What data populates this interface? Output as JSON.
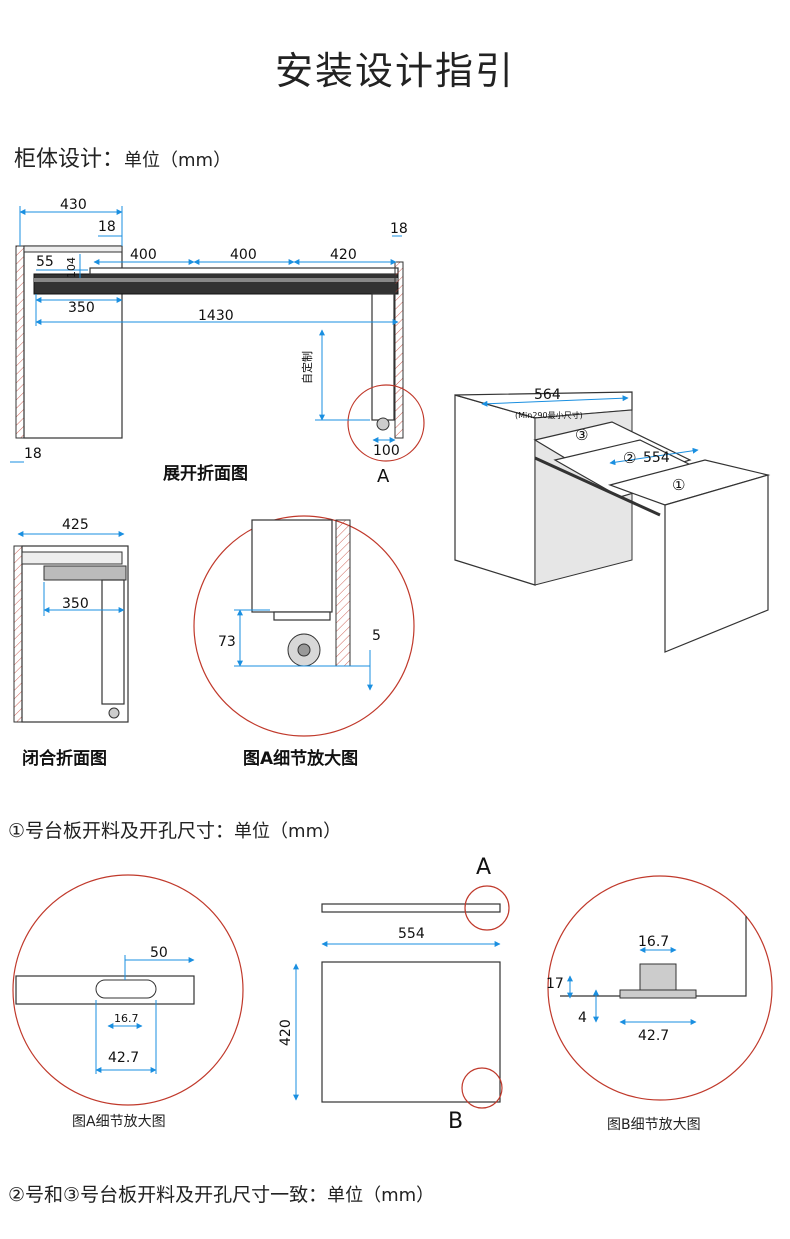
{
  "page_title": "安装设计指引",
  "section1": {
    "title": "柜体设计：",
    "unit": "单位（mm）"
  },
  "fig_expanded": {
    "caption": "展开折面图",
    "dims": {
      "d430": "430",
      "d18a": "18",
      "d18b": "18",
      "d18c": "18",
      "d55": "55",
      "d104": "104",
      "d400a": "400",
      "d400b": "400",
      "d420": "420",
      "d350": "350",
      "d1430": "1430",
      "custom": "自定制",
      "d100": "100",
      "letterA": "A"
    }
  },
  "fig_3d": {
    "d564": "564",
    "min": "(Min290最小尺寸)",
    "n1": "①",
    "n2": "②",
    "n3": "③",
    "d554": "554"
  },
  "fig_closed": {
    "caption": "闭合折面图",
    "d425": "425",
    "d350": "350"
  },
  "fig_detailA": {
    "caption": "图A细节放大图",
    "d73": "73",
    "d5": "5"
  },
  "section2": {
    "title": "①号台板开料及开孔尺寸：",
    "unit": "单位（mm）"
  },
  "fig_boardA": {
    "caption": "图A细节放大图",
    "d50": "50",
    "d167": "16.7",
    "d427": "42.7"
  },
  "fig_board": {
    "letterA": "A",
    "letterB": "B",
    "d554": "554",
    "d420": "420"
  },
  "fig_boardB": {
    "caption": "图B细节放大图",
    "d167": "16.7",
    "d17": "17",
    "d4": "4",
    "d427": "42.7"
  },
  "section3": {
    "title": "②号和③号台板开料及开孔尺寸一致：",
    "unit": "单位（mm）"
  },
  "colors": {
    "dimension": "#1a8fe0",
    "detail_circle": "#c0392b",
    "outline": "#333333"
  }
}
